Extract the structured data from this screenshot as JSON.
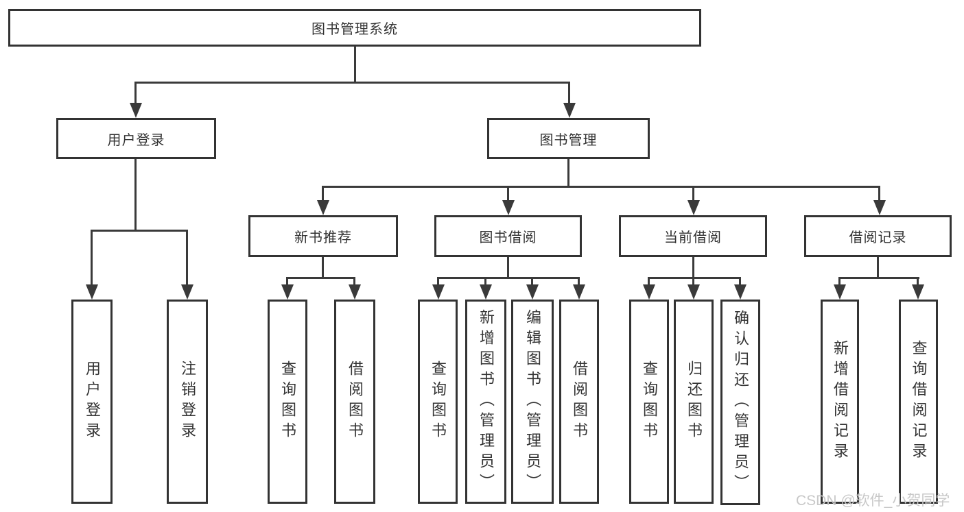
{
  "diagram": {
    "type": "hierarchy",
    "nodes": {
      "root": "图书管理系统",
      "level2": [
        "用户登录",
        "图书管理"
      ],
      "level3": [
        "新书推荐",
        "图书借阅",
        "当前借阅",
        "借阅记录"
      ],
      "leaves": {
        "user_login": [
          "用户登录",
          "注销登录"
        ],
        "new_book": [
          "查询图书",
          "借阅图书"
        ],
        "book_borrow": [
          "查询图书",
          "新增图书（管理员）",
          "编辑图书（管理员）",
          "借阅图书"
        ],
        "current_borrow": [
          "查询图书",
          "归还图书",
          "确认归还（管理员）"
        ],
        "borrow_records": [
          "新增借阅记录",
          "查询借阅记录"
        ]
      }
    },
    "colors": {
      "line": "#3a3a3a",
      "box_border": "#333333",
      "text": "#333333",
      "watermark": "#c8c8c8",
      "background": "#ffffff"
    },
    "watermark": "CSDN @软件_小贺同学"
  }
}
